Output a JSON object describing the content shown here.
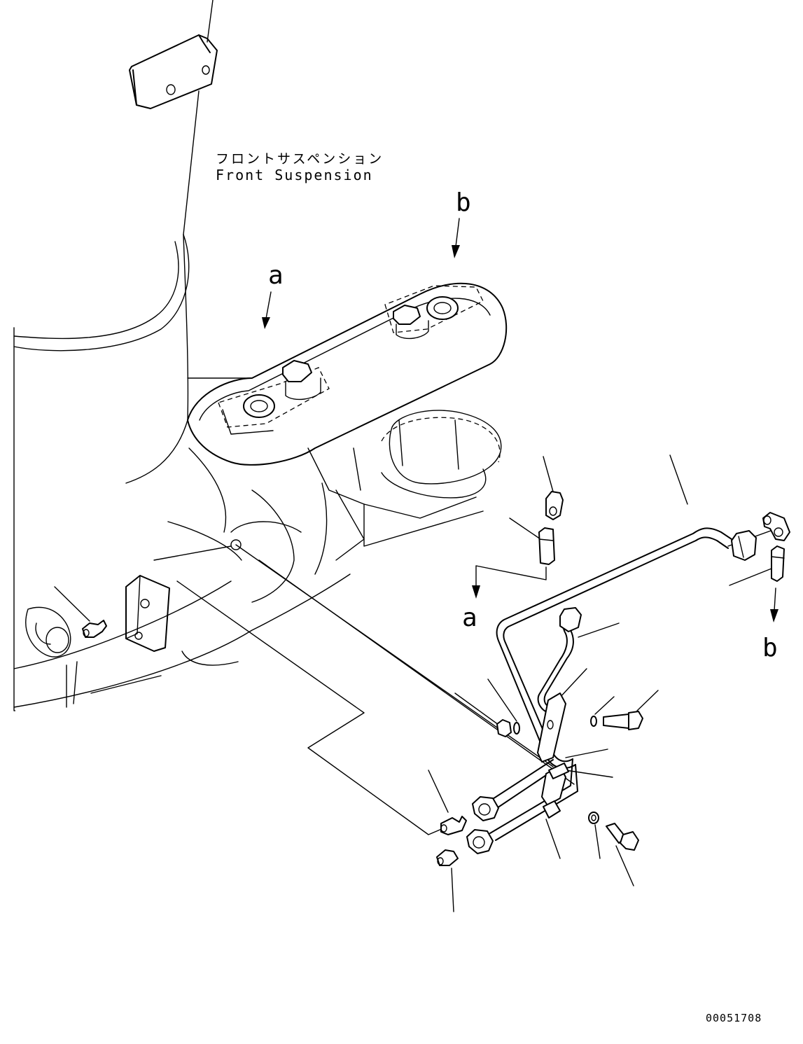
{
  "title": {
    "japanese": "フロントサスペンション",
    "english": "Front Suspension"
  },
  "reference_marks": {
    "a_top": "a",
    "b_top": "b",
    "a_bottom": "a",
    "b_bottom": "b"
  },
  "drawing_number": "00051708"
}
